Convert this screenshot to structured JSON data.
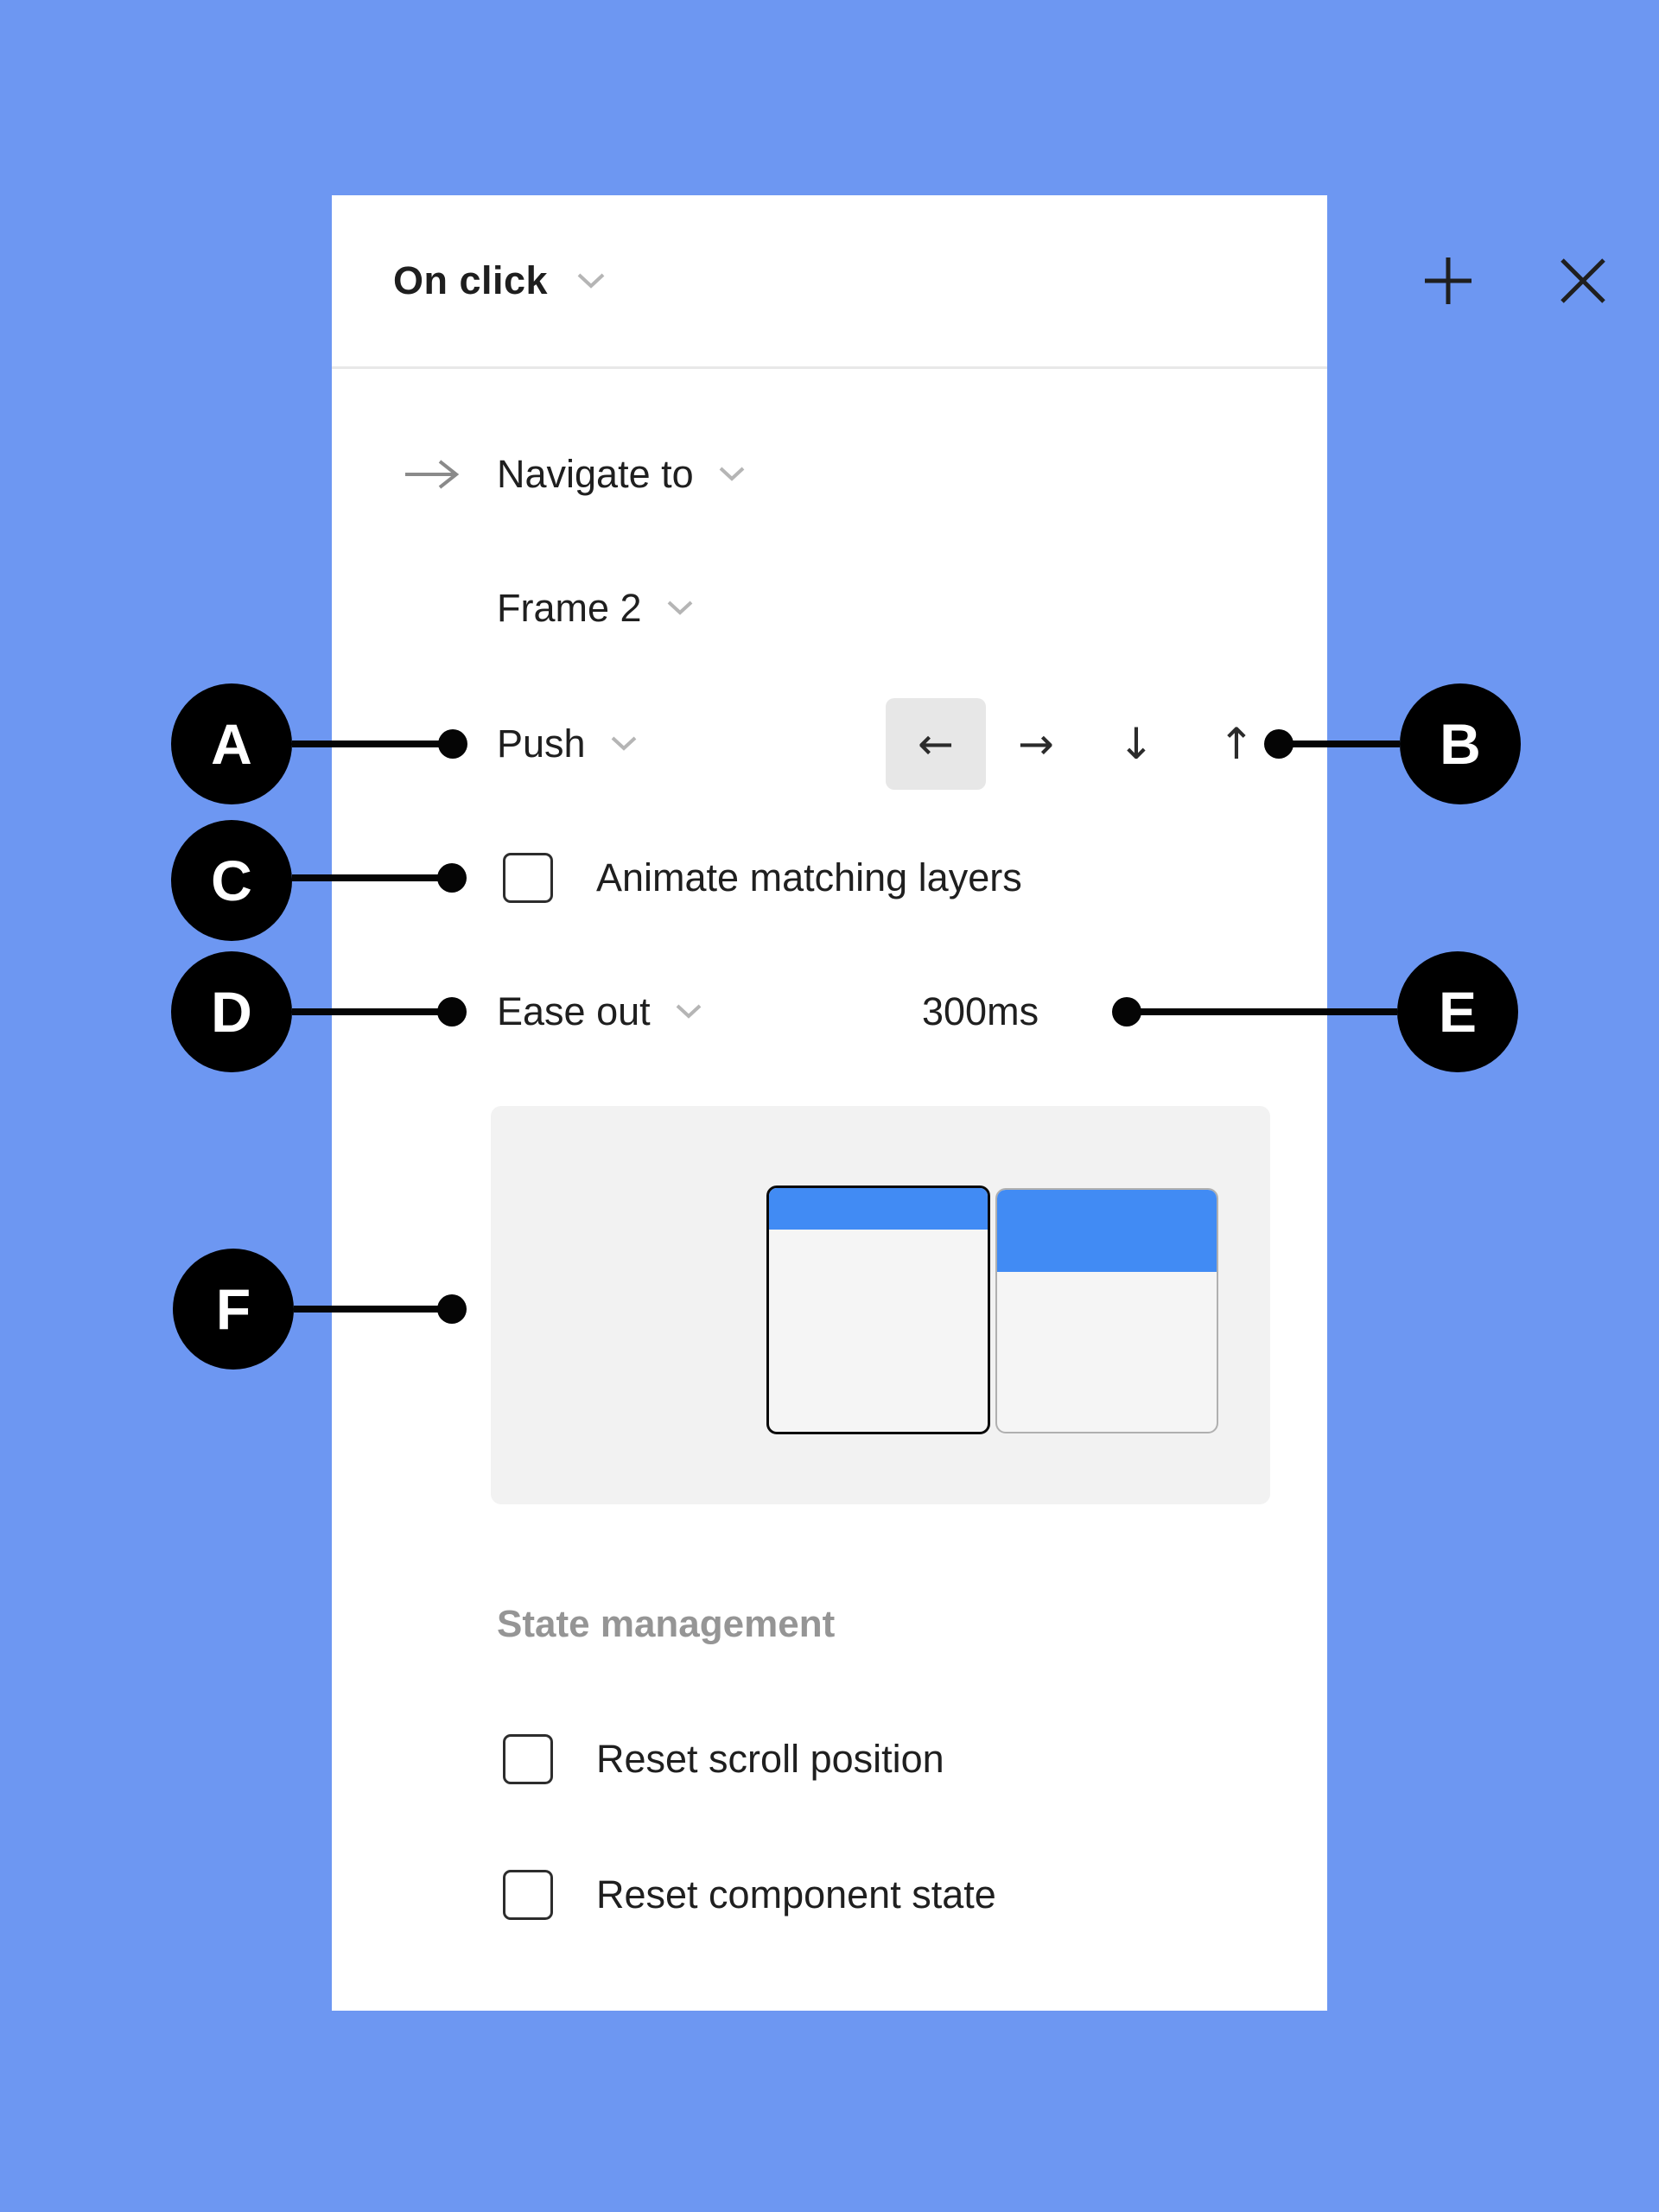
{
  "colors": {
    "page_background": "#6D97F2",
    "panel_background": "#FFFFFF",
    "accent_blue": "#418BF4",
    "preview_background": "#F2F2F2",
    "selected_button_background": "#E7E7E7",
    "annotation_black": "#000000",
    "muted_text": "#959595"
  },
  "panel": {
    "header": {
      "trigger": "On click"
    },
    "rows": {
      "action": "Navigate to",
      "destination": "Frame 2",
      "animation_type": "Push",
      "animate_matching_layers": "Animate matching layers",
      "easing": "Ease out",
      "duration": "300ms"
    },
    "directions": [
      {
        "name": "left",
        "glyph": "←",
        "selected": true
      },
      {
        "name": "right",
        "glyph": "→",
        "selected": false
      },
      {
        "name": "down",
        "glyph": "↓",
        "selected": false
      },
      {
        "name": "up",
        "glyph": "↑",
        "selected": false
      }
    ],
    "checkboxes": {
      "animate_matching_layers_checked": false
    },
    "state_management": {
      "title": "State management",
      "options": [
        {
          "label": "Reset scroll position",
          "checked": false
        },
        {
          "label": "Reset component state",
          "checked": false
        }
      ]
    }
  },
  "annotations": {
    "a": "A",
    "b": "B",
    "c": "C",
    "d": "D",
    "e": "E",
    "f": "F"
  }
}
